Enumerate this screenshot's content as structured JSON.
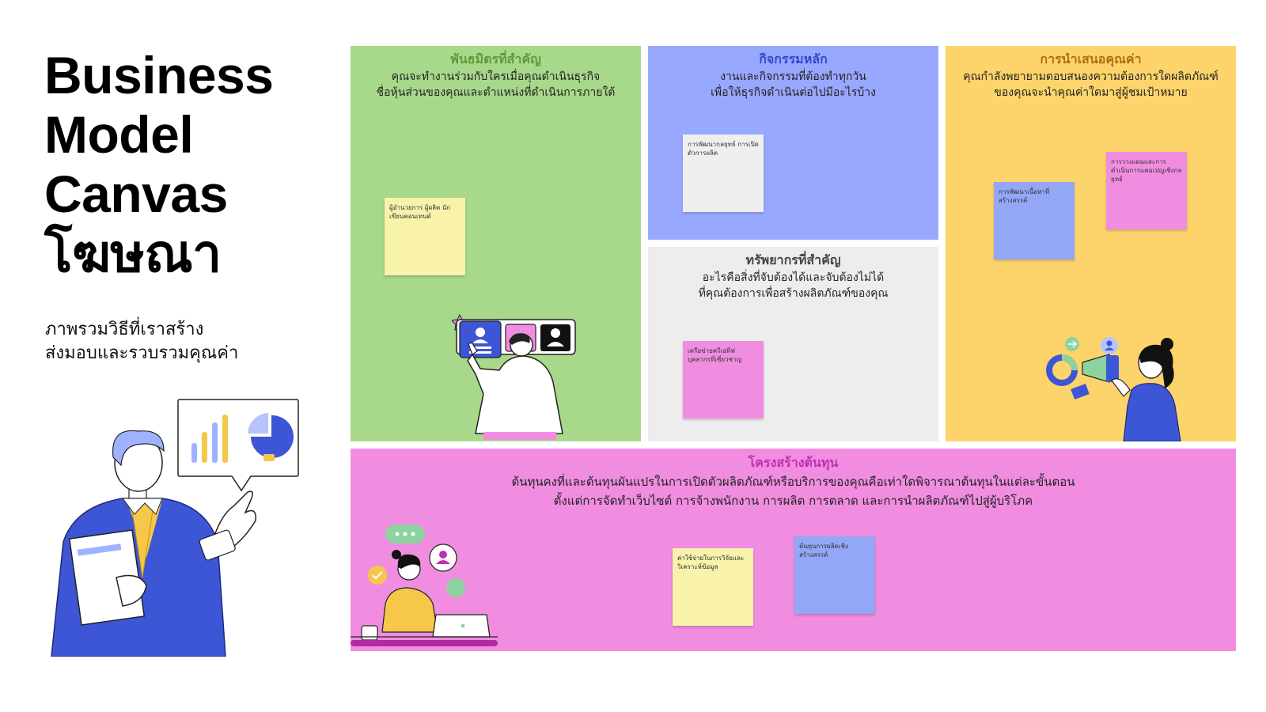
{
  "title_lines": [
    "Business",
    "Model",
    "Canvas",
    "โฆษณา"
  ],
  "subtitle_lines": [
    "ภาพรวมวิธีที่เราสร้าง",
    "ส่งมอบและรวบรวมคุณค่า"
  ],
  "colors": {
    "green": "#a8d88a",
    "blue": "#99a8ff",
    "grey": "#ededed",
    "yellow": "#fdd46b",
    "pink": "#f08de0",
    "sticky_yellow": "#f8f2ab",
    "sticky_grey": "#efefef",
    "sticky_pink": "#f08de0",
    "sticky_blue": "#94a6f6",
    "green_title": "#5c9a3a",
    "blue_title": "#3448c9",
    "grey_title": "#444444",
    "yellow_title": "#b06d14",
    "pink_title": "#c02fb1"
  },
  "panels": {
    "partners": {
      "title": "พันธมิตรที่สำคัญ",
      "desc": [
        "คุณจะทำงานร่วมกับใครเมื่อคุณดำเนินธุรกิจ",
        "ชื่อหุ้นส่วนของคุณและตำแหน่งที่ดำเนินการภายใต้"
      ],
      "sticky": "ผู้อำนวยการ ผู้ผลิต นักเขียนคอนเทนต์"
    },
    "activities": {
      "title": "กิจกรรมหลัก",
      "desc": [
        "งานและกิจกรรมที่ต้องทำทุกวัน",
        "เพื่อให้ธุรกิจดำเนินต่อไปมีอะไรบ้าง"
      ],
      "sticky": "การพัฒนากลยุทธ์ การเปิดตัวการผลิต"
    },
    "resources": {
      "title": "ทรัพยากรที่สำคัญ",
      "desc": [
        "อะไรคือสิ่งที่จับต้องได้และจับต้องไม่ได้",
        "ที่คุณต้องการเพื่อสร้างผลิตภัณฑ์ของคุณ"
      ],
      "sticky": "เครือข่ายครีเอทีฟ บุคลากรที่เชี่ยวชาญ"
    },
    "value": {
      "title": "การนำเสนอคุณค่า",
      "desc": [
        "คุณกำลังพยายามตอบสนองความต้องการใดผลิตภัณฑ์",
        "ของคุณจะนำคุณค่าใดมาสู่ผู้ชมเป้าหมาย"
      ],
      "sticky_blue": "การพัฒนาเนื้อหาที่สร้างสรรค์",
      "sticky_pink": "การวางแผนและการดำเนินการแคมเปญเชิงกลยุทธ์"
    },
    "cost": {
      "title": "โครงสร้างต้นทุน",
      "desc": [
        "ต้นทุนคงที่และต้นทุนผันแปรในการเปิดตัวผลิตภัณฑ์หรือบริการของคุณคือเท่าใดพิจารณาต้นทุนในแต่ละขั้นตอน",
        "ตั้งแต่การจัดทำเว็บไซต์ การจ้างพนักงาน การผลิต การตลาด และการนำผลิตภัณฑ์ไปสู่ผู้บริโภค"
      ],
      "sticky_yellow": "ค่าใช้จ่ายในการวิจัยและวิเคราะห์ข้อมูล",
      "sticky_blue": "ต้นทุนการผลิตเชิงสร้างสรรค์"
    }
  }
}
